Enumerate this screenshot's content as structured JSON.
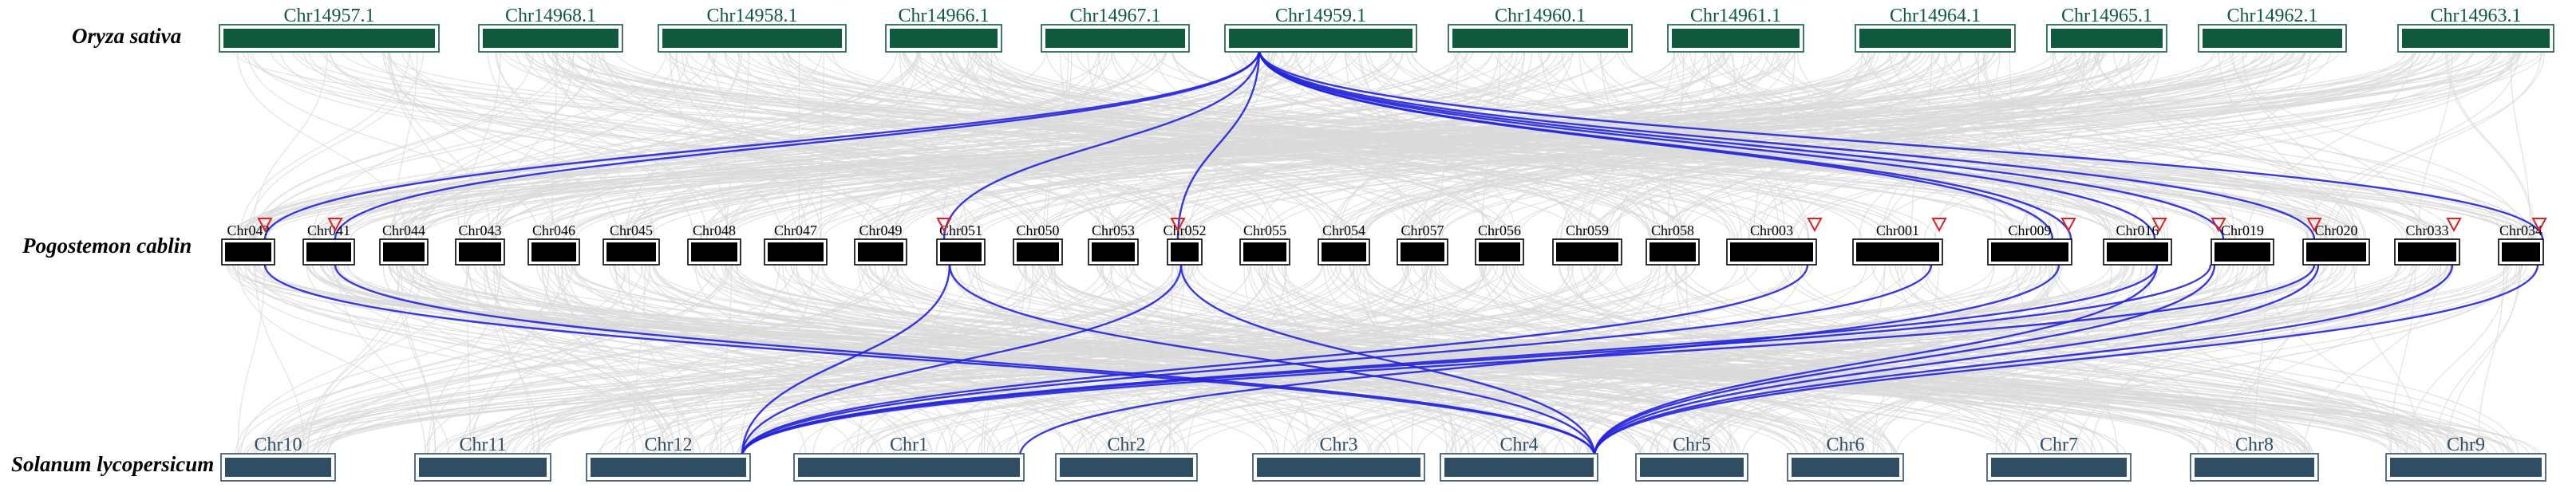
{
  "species": {
    "top": "Oryza sativa",
    "middle": "Pogostemon cablin",
    "bottom": "Solanum lycopersicum"
  },
  "colors": {
    "top_chr": "#0f5a3c",
    "top_label": "#0f5a3c",
    "middle_chr": "#000000",
    "middle_label": "#000000",
    "bottom_chr": "#2f4d63",
    "bottom_label": "#2f4d63",
    "background_link": "#d9d9d9",
    "highlight_link": "#2222dd",
    "marker": "#e02020"
  },
  "top_chromosomes": [
    "Chr14957.1",
    "Chr14968.1",
    "Chr14958.1",
    "Chr14966.1",
    "Chr14967.1",
    "Chr14959.1",
    "Chr14960.1",
    "Chr14961.1",
    "Chr14964.1",
    "Chr14965.1",
    "Chr14962.1",
    "Chr14963.1"
  ],
  "middle_chromosomes": [
    "Chr04?",
    "Chr041",
    "Chr044",
    "Chr043",
    "Chr046",
    "Chr045",
    "Chr048",
    "Chr047",
    "Chr049",
    "Chr051",
    "Chr050",
    "Chr053",
    "Chr052",
    "Chr055",
    "Chr054",
    "Chr057",
    "Chr056",
    "Chr059",
    "Chr058",
    "Chr003",
    "Chr001",
    "Chr009",
    "Chr016",
    "Chr019",
    "Chr020",
    "Chr033",
    "Chr034"
  ],
  "bottom_chromosomes": [
    "Chr10",
    "Chr11",
    "Chr12",
    "Chr1",
    "Chr2",
    "Chr3",
    "Chr4",
    "Chr5",
    "Chr6",
    "Chr7",
    "Chr8",
    "Chr9"
  ]
}
